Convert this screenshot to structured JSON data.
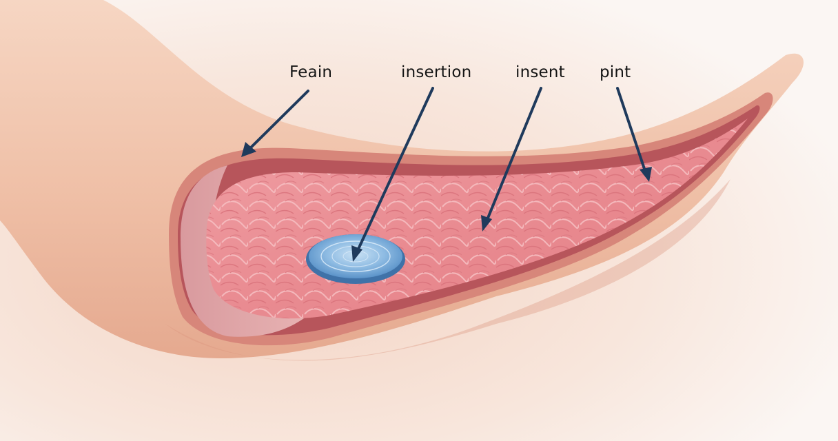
{
  "labels": [
    {
      "id": "feain",
      "text": "Feain"
    },
    {
      "id": "insertion",
      "text": "insertion"
    },
    {
      "id": "insent",
      "text": "insent"
    },
    {
      "id": "pint",
      "text": "pint"
    }
  ],
  "colors": {
    "background": "#fbf6f3",
    "skin": "#f0c4ad",
    "wall_outer": "#d98a7c",
    "wall_inner": "#b9555a",
    "lumen": "#e88c92",
    "tissue": "#ef9aa0",
    "disc": "#7ab1de",
    "arrow": "#1f3a5c",
    "label_text": "#151515"
  }
}
